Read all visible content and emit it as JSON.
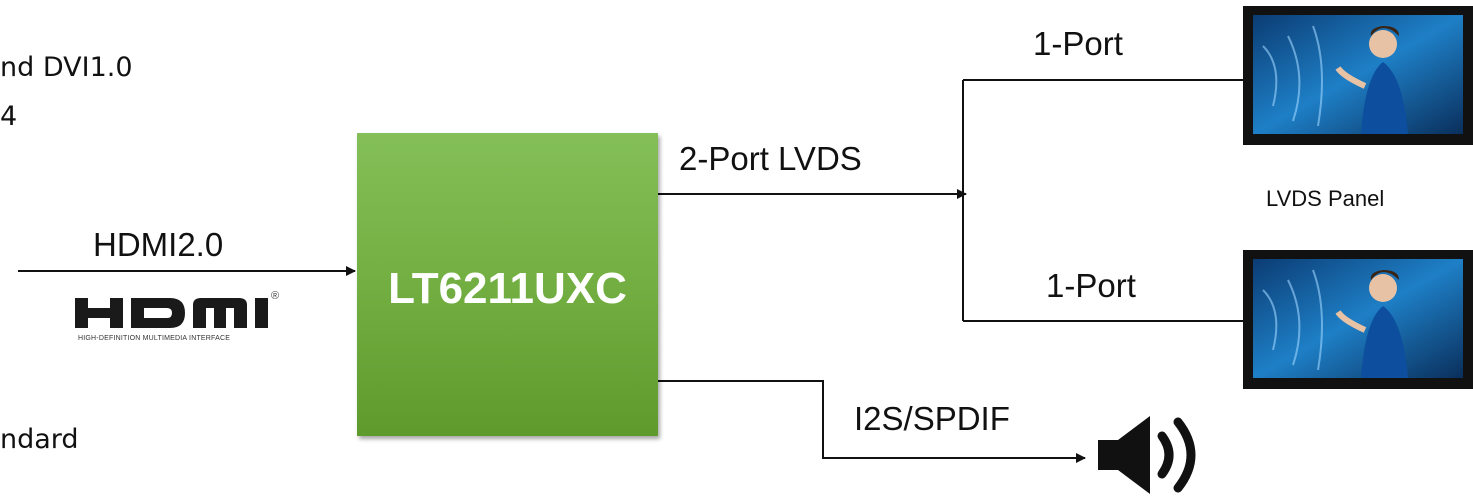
{
  "left_text": {
    "line1": "nd DVI1.0",
    "line2": "4",
    "line3": "ndard"
  },
  "input": {
    "label": "HDMI2.0",
    "logo_text": "HDMI",
    "logo_subtext": "HIGH-DEFINITION MULTIMEDIA INTERFACE",
    "logo_mark": "®"
  },
  "chip": {
    "label": "LT6211UXC",
    "color": "#74b043"
  },
  "outputs": {
    "lvds_label": "2-Port LVDS",
    "port_top_label": "1-Port",
    "port_bottom_label": "1-Port",
    "panel_caption": "LVDS  Panel",
    "audio_label": "I2S/SPDIF"
  },
  "icons": {
    "panel_top": "display-panel-icon",
    "panel_bottom": "display-panel-icon",
    "speaker": "speaker-icon"
  }
}
